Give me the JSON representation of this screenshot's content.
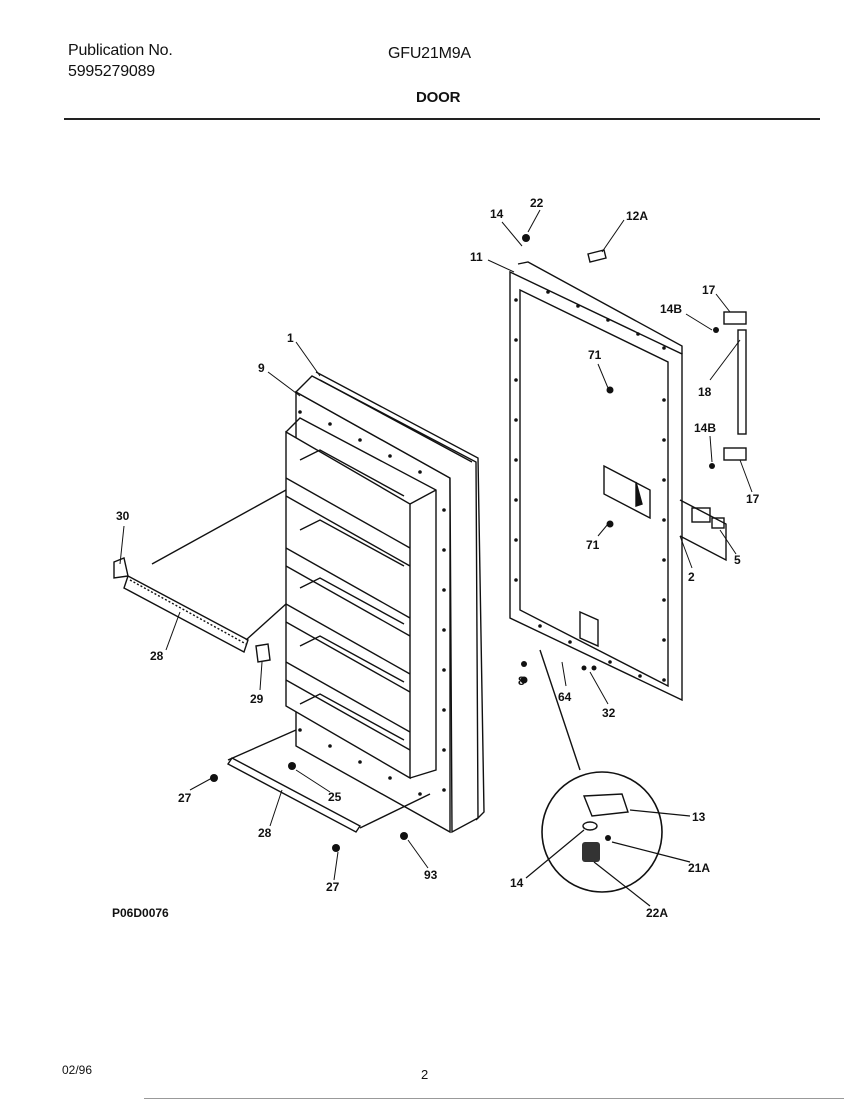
{
  "header": {
    "publication_label": "Publication No.",
    "publication_number": "5995279089",
    "model": "GFU21M9A",
    "section": "DOOR"
  },
  "callouts": {
    "c1": "1",
    "c9": "9",
    "c30": "30",
    "c28a": "28",
    "c29": "29",
    "c27a": "27",
    "c25": "25",
    "c28b": "28",
    "c27b": "27",
    "c93": "93",
    "c14a": "14",
    "c22": "22",
    "c12A": "12A",
    "c11": "11",
    "c17a": "17",
    "c14Ba": "14B",
    "c71a": "71",
    "c18": "18",
    "c14Bb": "14B",
    "c17b": "17",
    "c71b": "71",
    "c2": "2",
    "c5": "5",
    "c8": "8",
    "c64": "64",
    "c32": "32",
    "c13": "13",
    "c21A": "21A",
    "c14b": "14",
    "c22A": "22A"
  },
  "footer": {
    "figure_code": "P06D0076",
    "date": "02/96",
    "page": "2"
  }
}
